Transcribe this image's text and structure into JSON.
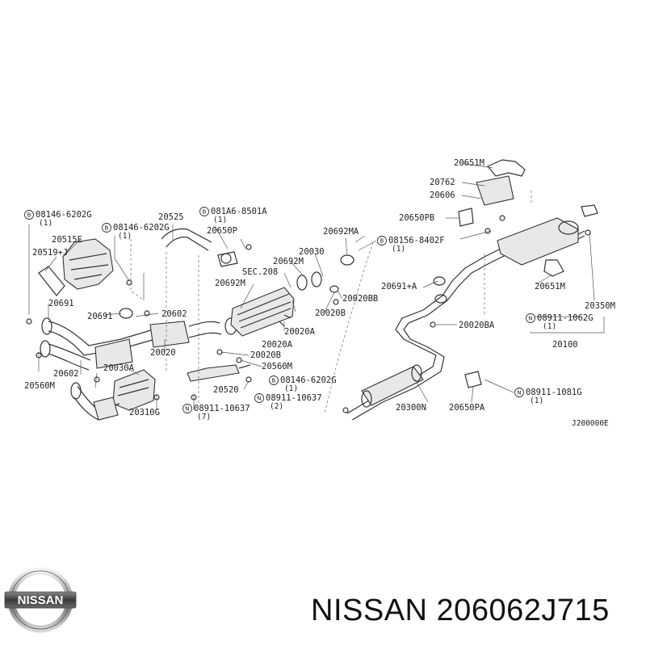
{
  "diagram": {
    "code": "J200000E",
    "labels": {
      "l08146_6202G_a": "08146-6202G",
      "l08146_6202G_a_q": "(1)",
      "l08146_6202G_b": "08146-6202G",
      "l08146_6202G_b_q": "(1)",
      "l20525": "20525",
      "l081A6_8501A": "081A6-8501A",
      "l081A6_8501A_q": "(1)",
      "l20650P": "20650P",
      "l20515E": "20515E",
      "l20519J": "20519+J",
      "l20030": "20030",
      "l20692MA": "20692MA",
      "l08156_8402F": "08156-8402F",
      "l08156_8402F_q": "(1)",
      "l20692M_a": "20692M",
      "lSEC208": "SEC.208",
      "l20692M_b": "20692M",
      "l20691_a": "20691",
      "l20691_b": "20691",
      "l20602_a": "20602",
      "l20020BB": "20020BB",
      "l20020B_a": "20020B",
      "l20691A": "20691+A",
      "l20020A_a": "20020A",
      "l20020": "20020",
      "l20020B_b": "20020B",
      "l20020A_b": "20020A",
      "l20560M_a": "20560M",
      "l20560M_b": "20560M",
      "l20602_b": "20602",
      "l20030A": "20030A",
      "l08146_6202G_c": "08146-6202G",
      "l08146_6202G_c_q": "(1)",
      "l20520": "20520",
      "l08911_10637_a": "08911-10637",
      "l08911_10637_a_q": "(2)",
      "l20310G": "20310G",
      "l08911_10637_b": "08911-10637",
      "l08911_10637_b_q": "(7)",
      "l20651M_a": "20651M",
      "l20762": "20762",
      "l20606": "20606",
      "l20650PB": "20650PB",
      "l20651M_b": "20651M",
      "l20350M": "20350M",
      "l08911_1062G": "08911-1062G",
      "l08911_1062G_q": "(1)",
      "l20100": "20100",
      "l20020BA": "20020BA",
      "l20300N": "20300N",
      "l20650PA": "20650PA",
      "l08911_1081G": "08911-1081G",
      "l08911_1081G_q": "(1)"
    },
    "markers": {
      "bolt": "B",
      "nut": "N"
    }
  },
  "footer": {
    "brand": "NISSAN",
    "part_number": "206062J715",
    "logo_text": "NISSAN",
    "logo_icon": "nissan-logo-icon"
  }
}
